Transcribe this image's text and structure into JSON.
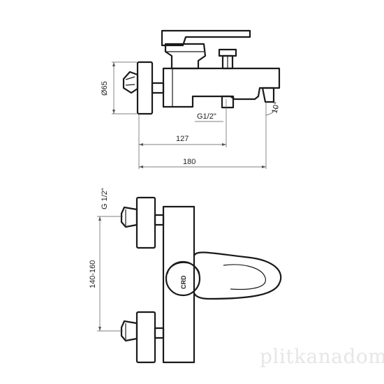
{
  "side_view": {
    "dimensions": {
      "diameter": "Ø65",
      "thread": "G1/2\"",
      "depth_127": "127",
      "depth_180": "180",
      "angle": "10°"
    }
  },
  "front_view": {
    "dimensions": {
      "thread": "G 1/2\"",
      "spacing": "140-160"
    },
    "logo": "CRD"
  },
  "watermark": "plitkanadom.ru"
}
